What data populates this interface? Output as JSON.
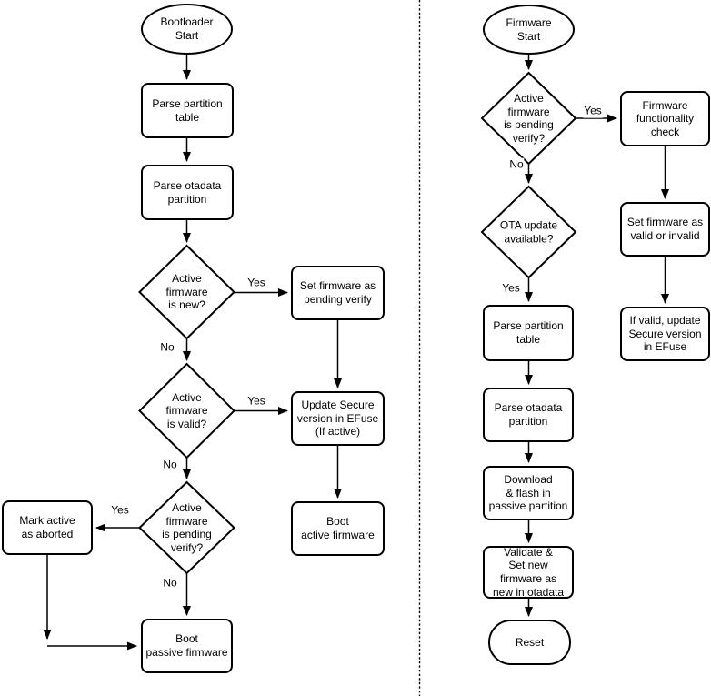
{
  "canvas": {
    "background_color": "#ffffff",
    "stroke_color": "#000000",
    "text_color": "#000000"
  },
  "labels": {
    "yes": "Yes",
    "no": "No"
  },
  "bootloader_flow": {
    "start": "Bootloader\nStart",
    "parse_partition": "Parse partition\ntable",
    "parse_otadata": "Parse otadata\npartition",
    "decision_is_new": "Active\nfirmware\nis new?",
    "set_pending_verify": "Set firmware as\npending verify",
    "decision_is_valid": "Active\nfirmware\nis valid?",
    "update_secure_version": "Update Secure\nversion in EFuse\n(If active)",
    "decision_pending_verify": "Active\nfirmware\nis pending\nverify?",
    "mark_aborted": "Mark active\nas aborted",
    "boot_passive": "Boot\npassive firmware",
    "boot_active": "Boot\nactive firmware"
  },
  "firmware_flow": {
    "start": "Firmware\nStart",
    "decision_pending_verify": "Active\nfirmware\nis pending\nverify?",
    "functionality_check": "Firmware\nfunctionality\ncheck",
    "decision_ota_available": "OTA update\navailable?",
    "set_valid_invalid": "Set firmware as\nvalid or invalid",
    "if_valid_update_secure": "If valid, update\nSecure version\nin EFuse",
    "parse_partition": "Parse partition\ntable",
    "parse_otadata": "Parse otadata\npartition",
    "download_flash": "Download\n& flash in\npassive partition",
    "validate_set_new": "Validate &\nSet new\nfirmware as\nnew in otadata",
    "reset": "Reset"
  }
}
